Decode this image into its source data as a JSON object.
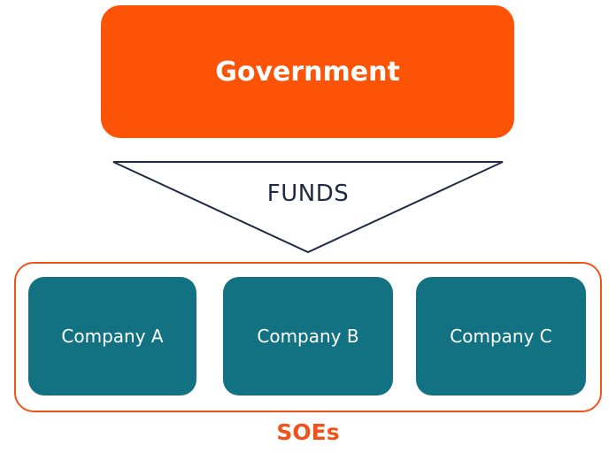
{
  "colors": {
    "government_fill": "#fc5307",
    "company_fill": "#137282",
    "soe_accent": "#f0521a",
    "funds_stroke": "#1f2a44",
    "funds_text": "#1f2a44"
  },
  "government": {
    "label": "Government"
  },
  "funds": {
    "label": "FUNDS"
  },
  "soes": {
    "label": "SOEs",
    "companies": [
      {
        "label": "Company A"
      },
      {
        "label": "Company B"
      },
      {
        "label": "Company C"
      }
    ]
  }
}
